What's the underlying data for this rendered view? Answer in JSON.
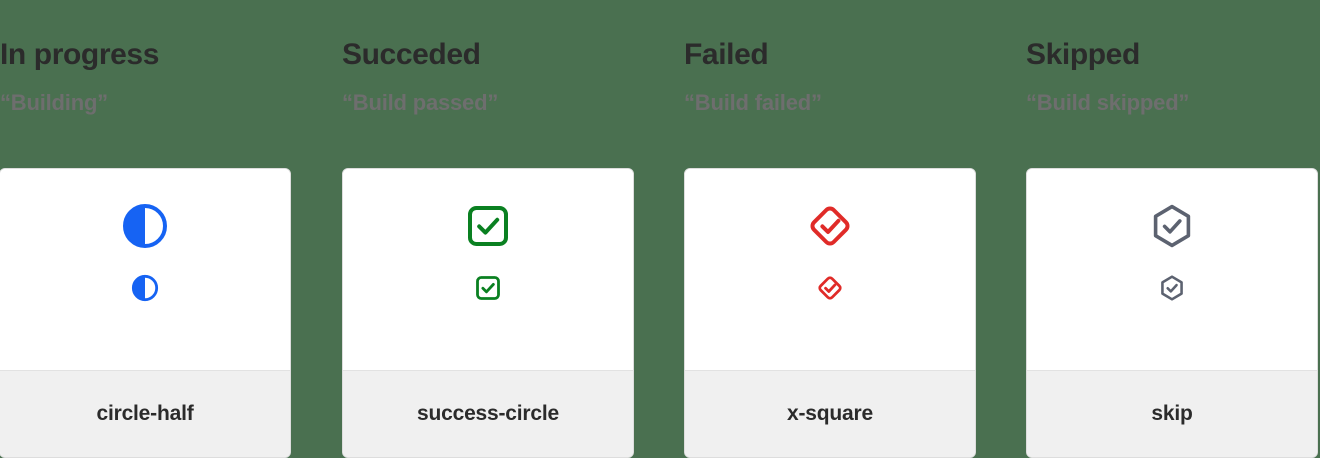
{
  "page": {
    "background_color": "#4a7050",
    "card_background": "#ffffff",
    "card_footer_background": "#f0f0f0",
    "heading_color": "#2b2b2b",
    "subheading_color": "#6e6e6e"
  },
  "columns": [
    {
      "title": "In progress",
      "subtitle": "“Building”",
      "icon_name": "circle-half-icon",
      "icon_label": "circle-half",
      "icon_color": "#1663f3"
    },
    {
      "title": "Succeded",
      "subtitle": "“Build passed”",
      "icon_name": "success-circle-icon",
      "icon_label": "success-circle",
      "icon_color": "#0a8021"
    },
    {
      "title": "Failed",
      "subtitle": "“Build failed”",
      "icon_name": "x-square-icon",
      "icon_label": "x-square",
      "icon_color": "#e02b28"
    },
    {
      "title": "Skipped",
      "subtitle": "“Build skipped”",
      "icon_name": "skip-icon",
      "icon_label": "skip",
      "icon_color": "#5c6270"
    }
  ]
}
